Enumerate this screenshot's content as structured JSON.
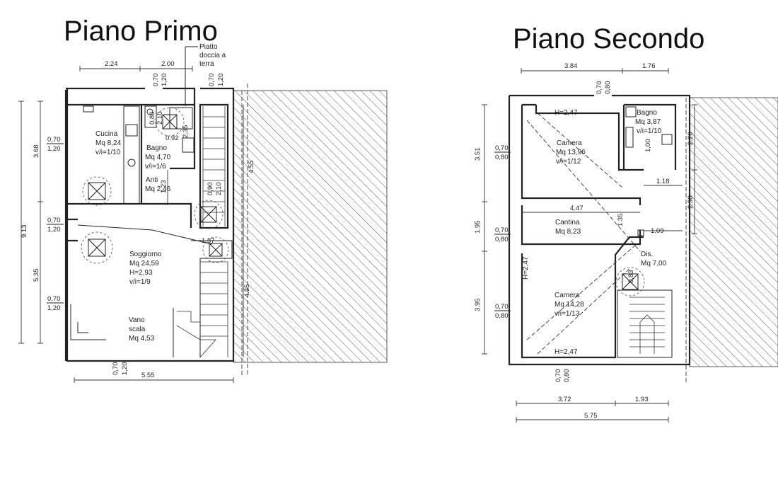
{
  "floor1": {
    "title": "Piano Primo",
    "note": [
      "Piatto",
      "doccia a",
      "terra"
    ],
    "rooms": {
      "cucina": [
        "Cucina",
        "Mq 8,24",
        "v/i=1/10"
      ],
      "bagno": [
        "Bagno",
        "Mq 4,70",
        "v/i=1/6"
      ],
      "anti": [
        "Anti",
        "Mq 2,46"
      ],
      "soggiorno": [
        "Soggiorno",
        "Mq 24,59",
        "H=2,93",
        "v/i=1/9"
      ],
      "vano": [
        "Vano",
        "scala",
        "Mq 4,53"
      ]
    },
    "dims": {
      "top_left": "2.24",
      "top_right": "2.00",
      "bottom": "5.55",
      "total_height": "9.13",
      "upper_height": "3.68",
      "lower_height": "5.35",
      "right_upper": "4.55",
      "right_lower": "4.35",
      "anti": "1.23",
      "stair": "1.37",
      "bagno_inner": "0.92",
      "bagno_h": "2.35"
    },
    "windows": {
      "w_top1_a": "0,70",
      "w_top1_b": "1,20",
      "w_top2_a": "0,70",
      "w_top2_b": "1,20",
      "w_left1_a": "0,70",
      "w_left1_b": "1,20",
      "w_left2_a": "0,70",
      "w_left2_b": "1,20",
      "w_left3_a": "0,70",
      "w_left3_b": "1,20",
      "w_bot_a": "0,70",
      "w_bot_b": "1,20",
      "w_bagno_a": "0,80",
      "w_bagno_b": "2,10",
      "w_mid_a": "0,90",
      "w_mid_b": "2,10"
    }
  },
  "floor2": {
    "title": "Piano Secondo",
    "rooms": {
      "camera1": [
        "Camera",
        "Mq 13,96",
        "v/i=1/12"
      ],
      "bagno": [
        "Bagno",
        "Mq 3,87",
        "v/i=1/10"
      ],
      "cantina": [
        "Cantina",
        "Mq 8,23"
      ],
      "dis": [
        "Dis.",
        "Mq 7,00"
      ],
      "camera2": [
        "Camera",
        "Mq 14,28",
        "v/i=1/13"
      ]
    },
    "heights": {
      "h_top": "H=2,47",
      "h_left": "H=2,47",
      "h_bottom": "H=2,47"
    },
    "dims": {
      "top_left": "3.84",
      "top_right": "1.76",
      "bottom_left": "3.72",
      "bottom_right": "1.93",
      "bottom_total": "5.75",
      "left_top": "3.51",
      "left_mid": "1.95",
      "left_bot": "3.95",
      "right_top": "2.20",
      "right_bot": "2.38",
      "inner_118": "1.18",
      "inner_447": "4.47",
      "inner_109": "1.09",
      "inner_135": "1.35",
      "inner_83": "0,83",
      "inner_100": "1,00"
    },
    "windows": {
      "w_top_a": "0,70",
      "w_top_b": "0,80",
      "w_left1_a": "0,70",
      "w_left1_b": "0,80",
      "w_left2_a": "0,70",
      "w_left2_b": "0,80",
      "w_left3_a": "0,70",
      "w_left3_b": "0,80",
      "w_bot_a": "0,70",
      "w_bot_b": "0,80"
    }
  }
}
